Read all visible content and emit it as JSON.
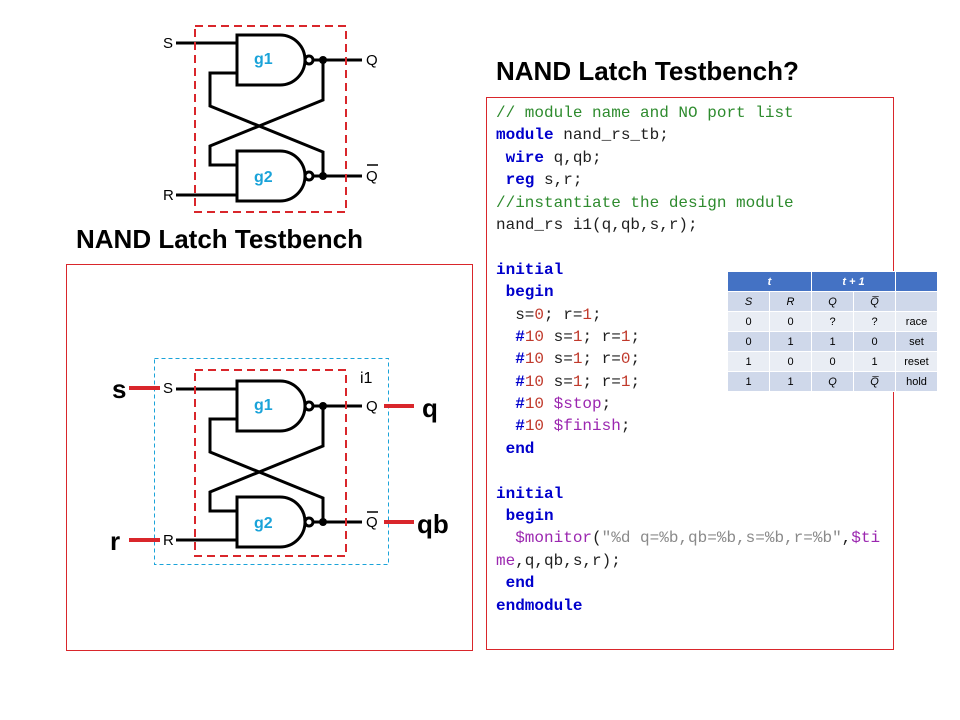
{
  "titles": {
    "right": "NAND Latch Testbench?",
    "left": "NAND Latch Testbench"
  },
  "top_diagram": {
    "labels": {
      "s": "S",
      "r": "R",
      "q": "Q",
      "qbar": "Q",
      "g1": "g1",
      "g2": "g2"
    }
  },
  "bottom_diagram": {
    "instance": "i1",
    "labels": {
      "s": "S",
      "r": "R",
      "q": "Q",
      "qbar": "Q",
      "g1": "g1",
      "g2": "g2"
    },
    "signals": {
      "s": "s",
      "r": "r",
      "q": "q",
      "qb": "qb"
    }
  },
  "code": {
    "l1": "// module name and NO port list",
    "l2a": "module",
    "l2b": " nand_rs_tb;",
    "l3a": " wire",
    "l3b": " q,qb;",
    "l4a": " reg",
    "l4b": " s,r;",
    "l5": "//instantiate the design module",
    "l6": "nand_rs i1(q,qb,s,r);",
    "l8": "initial",
    "l9": " begin",
    "l10a": "  s=",
    "l10b": "0",
    "l10c": "; r=",
    "l10d": "1",
    "l10e": ";",
    "l11a": "  #",
    "l11b": "10",
    "l11c": " s=",
    "l11d": "1",
    "l11e": "; r=",
    "l11f": "1",
    "l11g": ";",
    "l12a": "  #",
    "l12b": "10",
    "l12c": " s=",
    "l12d": "1",
    "l12e": "; r=",
    "l12f": "0",
    "l12g": ";",
    "l13a": "  #",
    "l13b": "10",
    "l13c": " s=",
    "l13d": "1",
    "l13e": "; r=",
    "l13f": "1",
    "l13g": ";",
    "l14a": "  #",
    "l14b": "10",
    "l14c": " ",
    "l14d": "$stop",
    "l14e": ";",
    "l15a": "  #",
    "l15b": "10",
    "l15c": " ",
    "l15d": "$finish",
    "l15e": ";",
    "l16": " end",
    "l18": "initial",
    "l19": " begin",
    "l20a": "  ",
    "l20b": "$monitor",
    "l20c": "(",
    "l20d": "\"%d q=%b,qb=%b,s=%b,r=%b\"",
    "l20e": ",",
    "l20f": "$time",
    "l20g": ",q,qb,s,r);",
    "l21": " end",
    "l22": "endmodule"
  },
  "truth_table": {
    "header1": [
      "t",
      "t + 1",
      ""
    ],
    "header2": [
      "S",
      "R",
      "Q",
      "Q̅",
      ""
    ],
    "rows": [
      [
        "0",
        "0",
        "?",
        "?",
        "race"
      ],
      [
        "0",
        "1",
        "1",
        "0",
        "set"
      ],
      [
        "1",
        "0",
        "0",
        "1",
        "reset"
      ],
      [
        "1",
        "1",
        "Q",
        "Q̅",
        "hold"
      ]
    ]
  },
  "colors": {
    "red": "#d9262b",
    "blue": "#1aa3d9",
    "table_header": "#4472c4"
  }
}
